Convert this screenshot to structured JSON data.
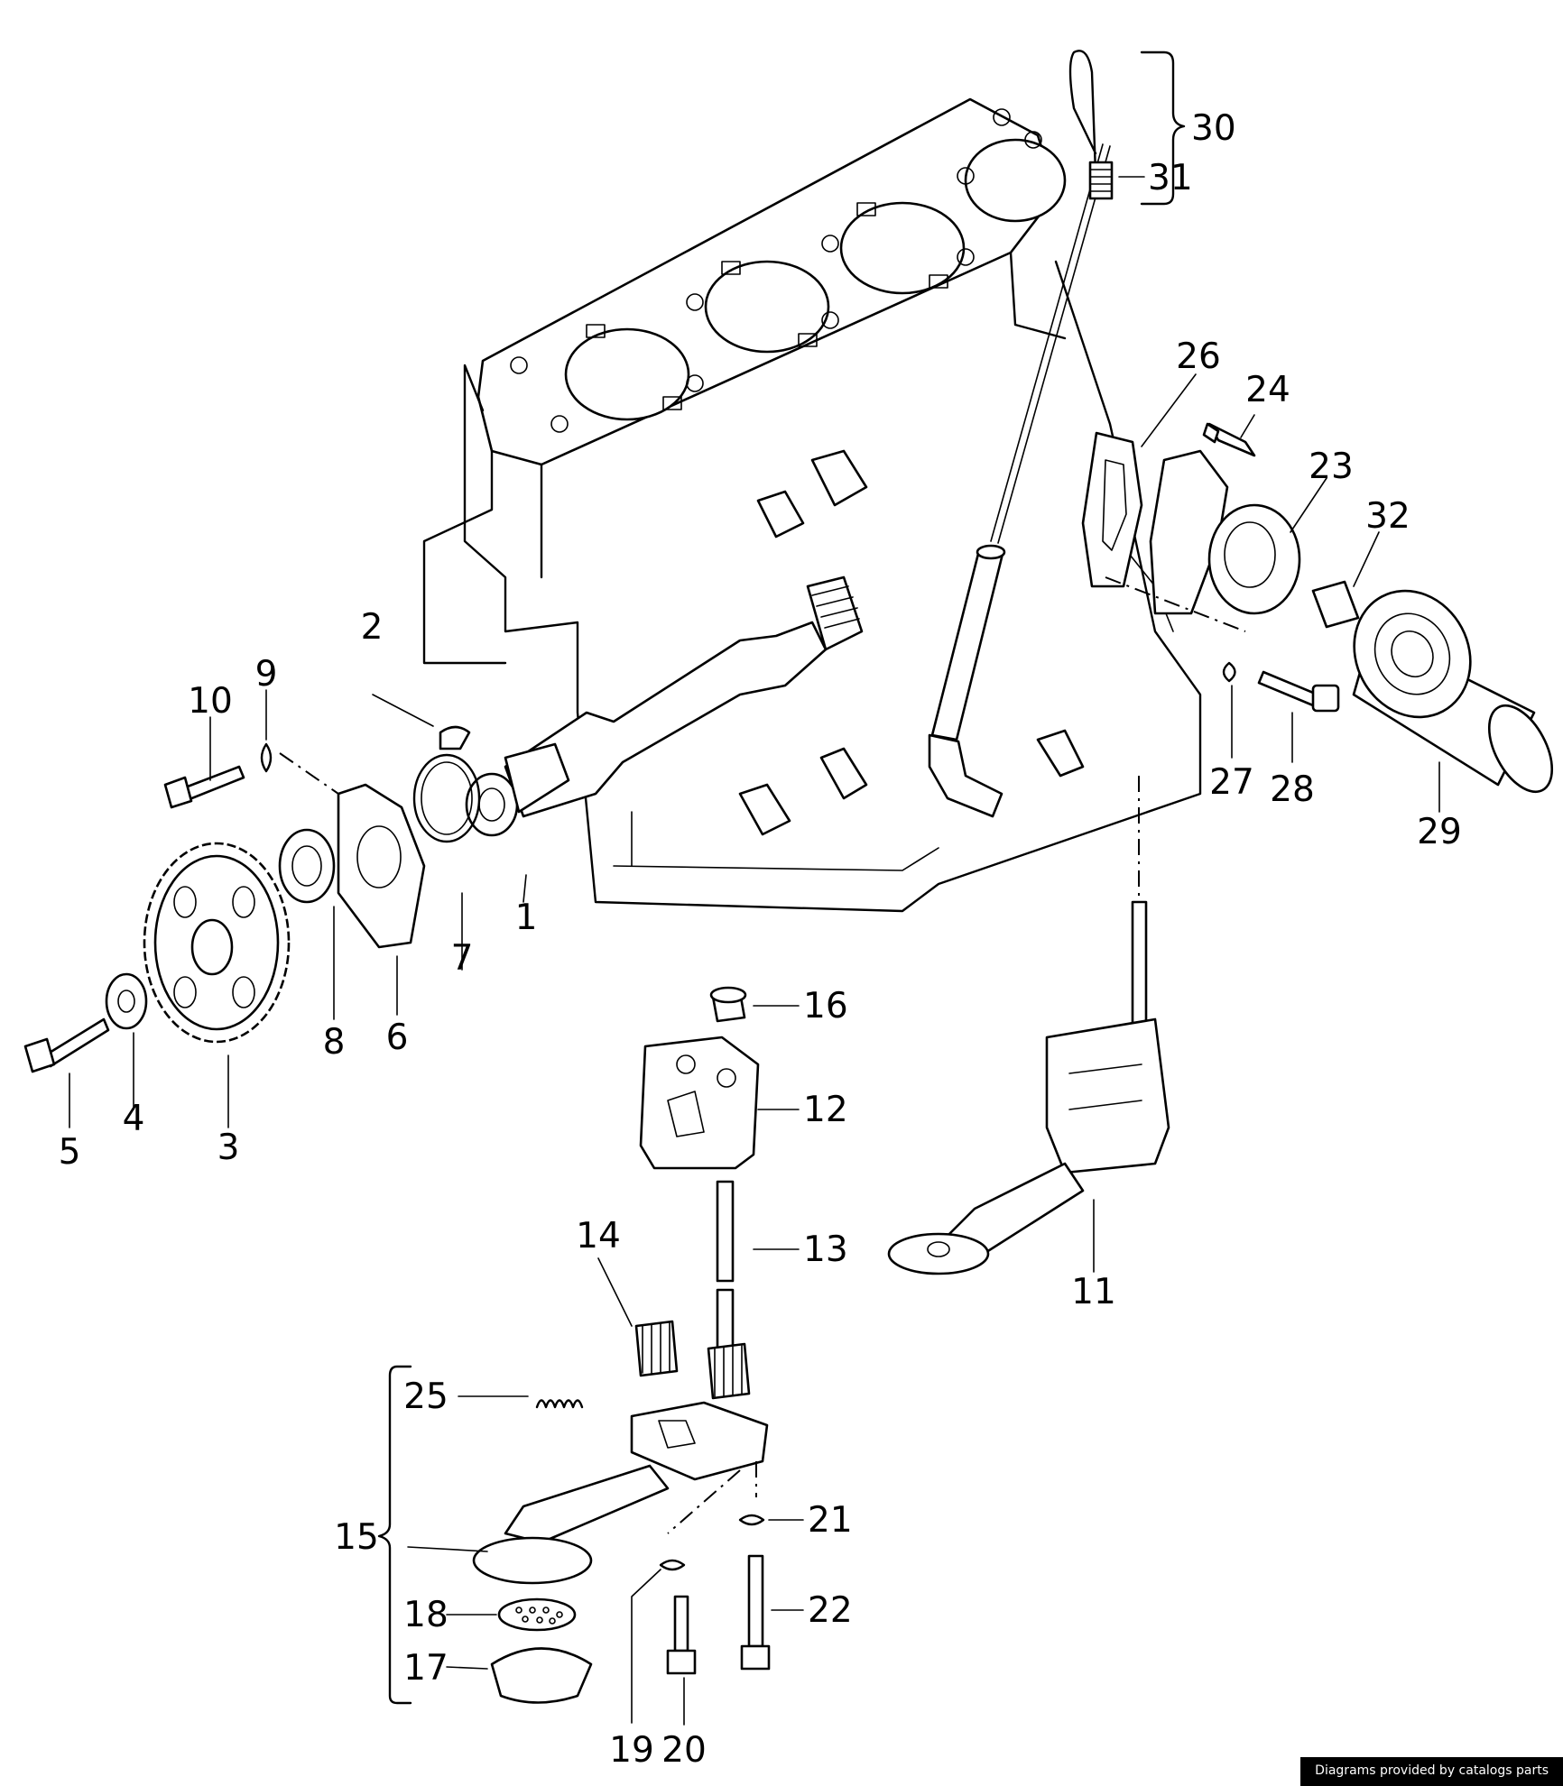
{
  "callouts": [
    "1",
    "2",
    "3",
    "4",
    "5",
    "6",
    "7",
    "8",
    "9",
    "10",
    "11",
    "12",
    "13",
    "14",
    "15",
    "16",
    "17",
    "18",
    "19",
    "20",
    "21",
    "22",
    "23",
    "24",
    "25",
    "26",
    "27",
    "28",
    "29",
    "30",
    "31",
    "32"
  ],
  "credit": "Diagrams provided by catalogs parts"
}
